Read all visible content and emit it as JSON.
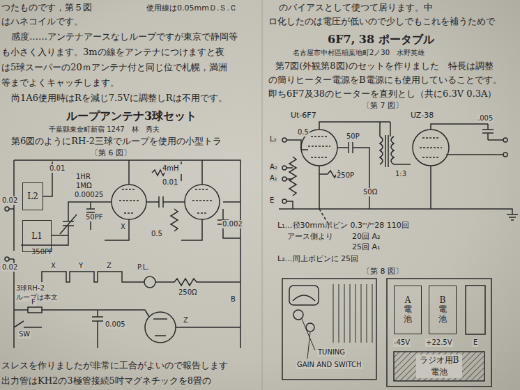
{
  "diagram": {
    "nodes": [
      {
        "text": [
          "L2"
        ]
      },
      {
        "text": [
          "L1"
        ]
      },
      {
        "text": [
          "A電池"
        ]
      },
      {
        "text": [
          "B電池"
        ]
      },
      {
        "text": [
          "ラジオ用B電池"
        ]
      }
    ],
    "labels": [
      "つたものです，第５図",
      "使用線は0.05mmＤ.Ｓ.Ｃ",
      "はハネコイルです。",
      "感度……アンテナアースなしループですが東京で静岡等",
      "も小さく入ります。3mの線をアンテナにつけますと夜",
      "は5球スーパーの20ｍアンテナ付と同じ位で札幌，満洲",
      "等までよくキャッチします。",
      "尚1A6使用時はRを減じ7.5Vに調整しRは不用です。",
      "ループアンテナ3球セット",
      "千葉縣東金町新宿 1247　林　秀夫",
      "第6図のようにRH-2三球でループを使用の小型トラ",
      "〔第 6 図〕",
      "0.01",
      "1HR",
      "1MΩ",
      "0.00025",
      "50PF",
      "350PF",
      "0.02",
      "0.02",
      "X",
      "4mH",
      "0.01",
      "0.5",
      "0.002",
      "3球RH-2",
      "ループは本文",
      "X",
      "Y",
      "Z",
      "P.L.",
      "250Ω",
      "B",
      "F",
      "SW",
      "0.005",
      "Z",
      "スレスを作りましたが非常に工合がよいので報告します",
      "出力管はKH2の3極管接続5吋マグネチックを8畳の",
      "のバイアスとして使つて居ります。中",
      "ロ化したのは電圧が低いので少しでもこれを補うためで",
      "6F7, 38 ポータブル",
      "名古屋市中村區稲葉地町2ノ30　水野英雄",
      "第7図(外観第8図)のセットを作りました　特長は調整",
      "の簡りヒーター電源をB電源にも使用していることです。",
      "即ち6F7及38のヒーターを直列とし（共に6.3V 0.3A）",
      "〔第 7 図〕",
      "Ut-6F7",
      "UZ-38",
      "L₂",
      "A₂",
      "A₁",
      "E",
      "0.5",
      "250P",
      "50P",
      "1:3",
      ".005",
      "50Ω",
      "L₁…径30mmボビン 0.3ᵐ/ᵐ28 110回",
      "アース側より",
      "20回 A₂",
      "25回 A₁",
      "L₂…同上ボビンに 25回",
      "〔第 8 図〕",
      "TUNING",
      "GAIN AND SWITCH",
      "-45V",
      "+22.5V",
      "E"
    ]
  }
}
